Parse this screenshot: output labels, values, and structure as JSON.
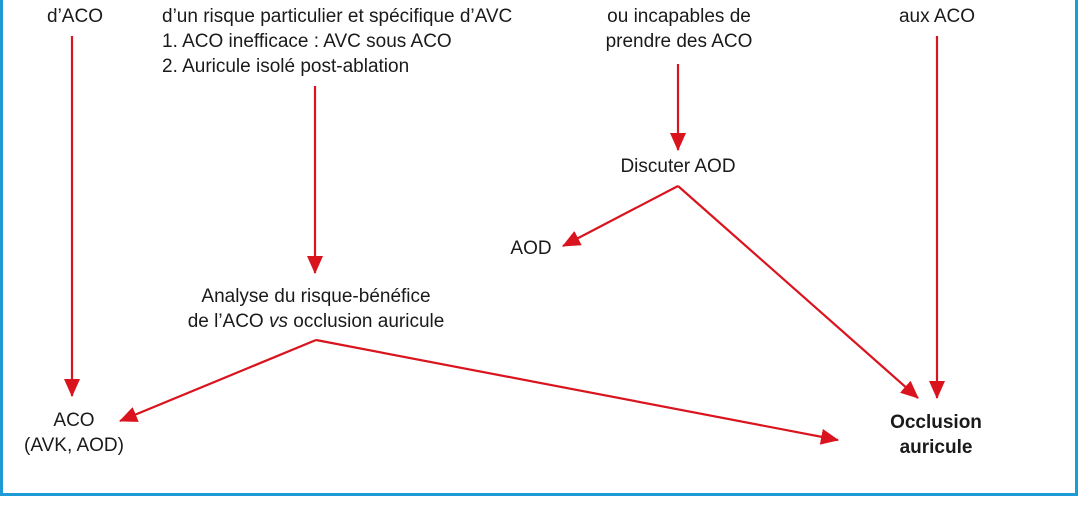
{
  "colors": {
    "border": "#1e9ad6",
    "arrow": "#d9141e",
    "text": "#1a1a1a"
  },
  "nodes": {
    "top_left": {
      "lines": [
        "d’ACO"
      ]
    },
    "top_middle": {
      "lines": [
        "d’un risque particulier et spécifique d’AVC",
        "1. ACO inefficace : AVC sous ACO",
        "2. Auricule isolé post-ablation"
      ]
    },
    "top_right_mid": {
      "lines": [
        "ou incapables de",
        "prendre des ACO"
      ]
    },
    "top_right": {
      "lines": [
        "aux ACO"
      ]
    },
    "discuter_aod": {
      "text": "Discuter AOD"
    },
    "aod": {
      "text": "AOD"
    },
    "analyse": {
      "line1": "Analyse du risque-bénéfice",
      "line2_prefix": "de l’ACO ",
      "line2_em": "vs",
      "line2_suffix": " occlusion auricule"
    },
    "aco": {
      "lines": [
        "ACO",
        "(AVK, AOD)"
      ]
    },
    "occlusion": {
      "lines": [
        "Occlusion",
        "auricule"
      ]
    }
  }
}
